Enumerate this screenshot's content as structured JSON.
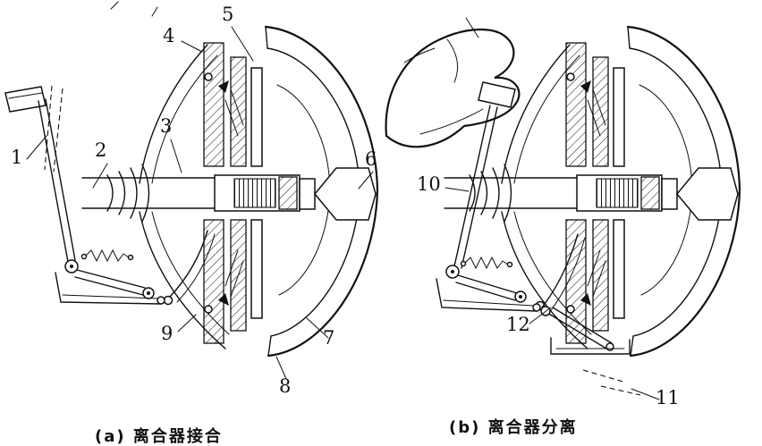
{
  "colors": {
    "ink": "#111111",
    "paper": "#ffffff"
  },
  "panels": [
    {
      "id": "a",
      "caption": "(a) 离合器接合",
      "labels": [
        "1",
        "2",
        "3",
        "4",
        "5",
        "6",
        "7",
        "8",
        "9"
      ]
    },
    {
      "id": "b",
      "caption": "(b) 离合器分离",
      "labels": [
        "10",
        "11",
        "12"
      ]
    }
  ]
}
